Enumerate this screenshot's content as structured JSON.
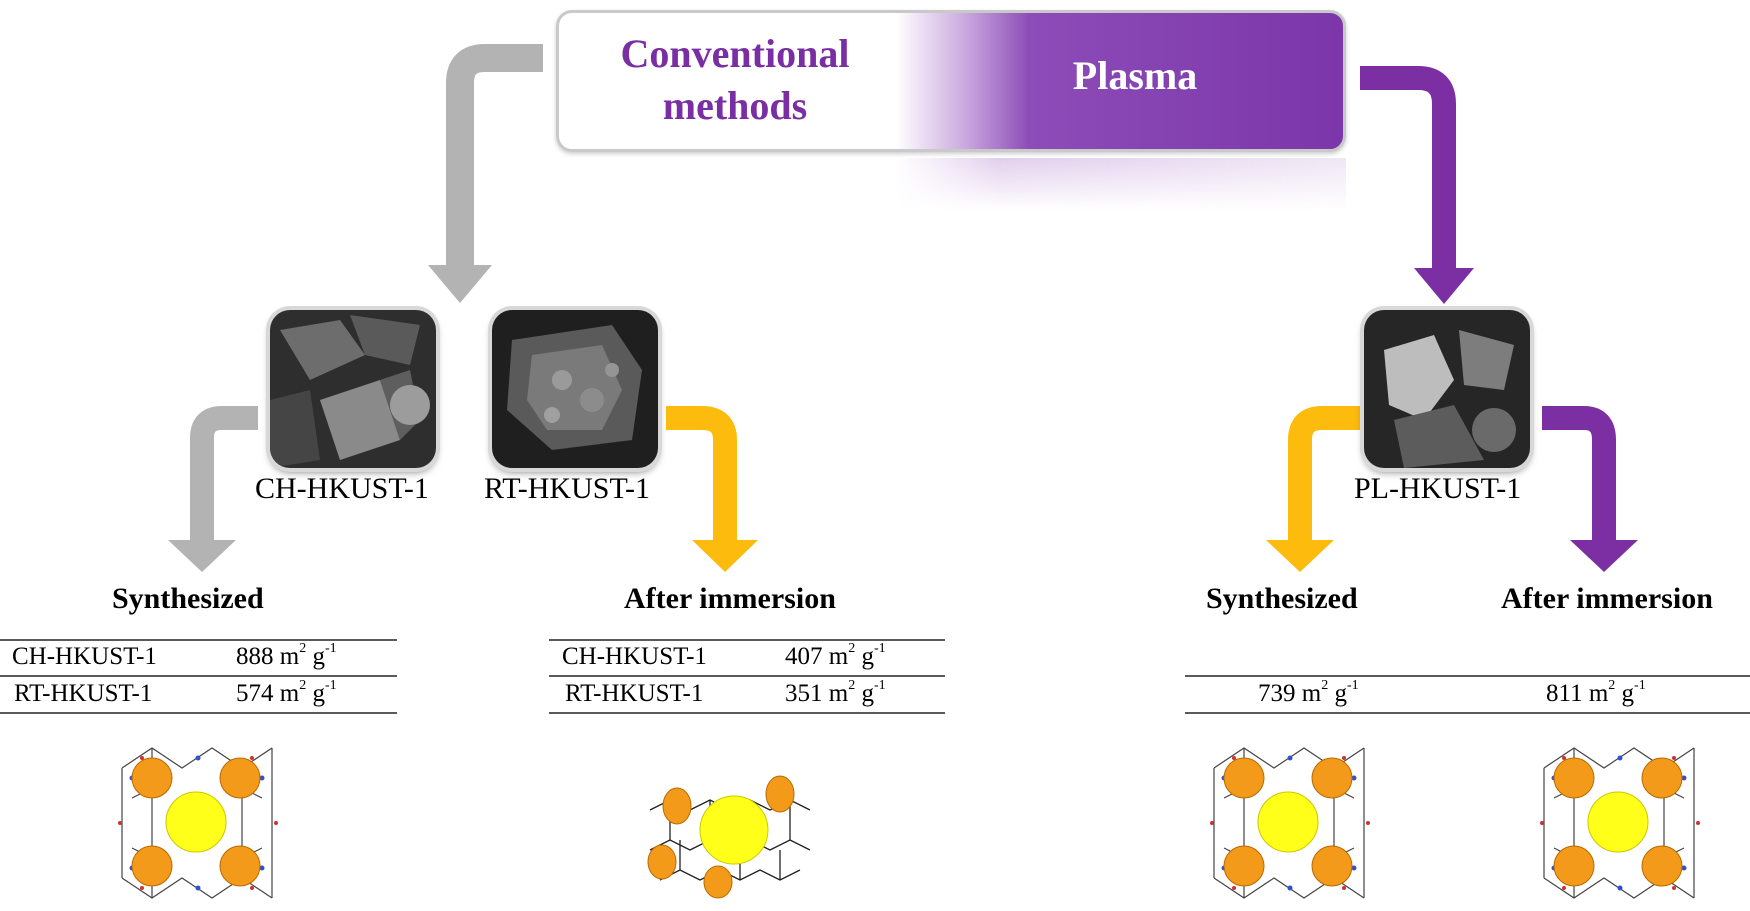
{
  "header": {
    "conventional": "Conventional methods",
    "plasma": "Plasma"
  },
  "samples": {
    "ch": "CH-HKUST-1",
    "rt": "RT-HKUST-1",
    "pl": "PL-HKUST-1"
  },
  "conventional_synthesized": {
    "heading": "Synthesized",
    "rows": [
      {
        "name": "CH-HKUST-1",
        "value": "888",
        "unit_base": "m",
        "unit_exp": "2",
        "unit_g": "g",
        "g_exp": "-1"
      },
      {
        "name": "RT-HKUST-1",
        "value": "574",
        "unit_base": "m",
        "unit_exp": "2",
        "unit_g": "g",
        "g_exp": "-1"
      }
    ]
  },
  "conventional_after": {
    "heading": "After immersion",
    "rows": [
      {
        "name": "CH-HKUST-1",
        "value": "407",
        "unit_base": "m",
        "unit_exp": "2",
        "unit_g": "g",
        "g_exp": "-1"
      },
      {
        "name": "RT-HKUST-1",
        "value": "351",
        "unit_base": "m",
        "unit_exp": "2",
        "unit_g": "g",
        "g_exp": "-1"
      }
    ]
  },
  "plasma_synthesized": {
    "heading": "Synthesized",
    "value": "739",
    "unit_base": "m",
    "unit_exp": "2",
    "unit_g": "g",
    "g_exp": "-1"
  },
  "plasma_after": {
    "heading": "After immersion",
    "value": "811",
    "unit_base": "m",
    "unit_exp": "2",
    "unit_g": "g",
    "g_exp": "-1"
  },
  "colors": {
    "gray_arrow": "#b3b3b3",
    "purple": "#7b2fa3",
    "yellow": "#fdbb0d",
    "orange_sphere": "#f39a1b",
    "yellow_sphere": "#ffff1a"
  }
}
